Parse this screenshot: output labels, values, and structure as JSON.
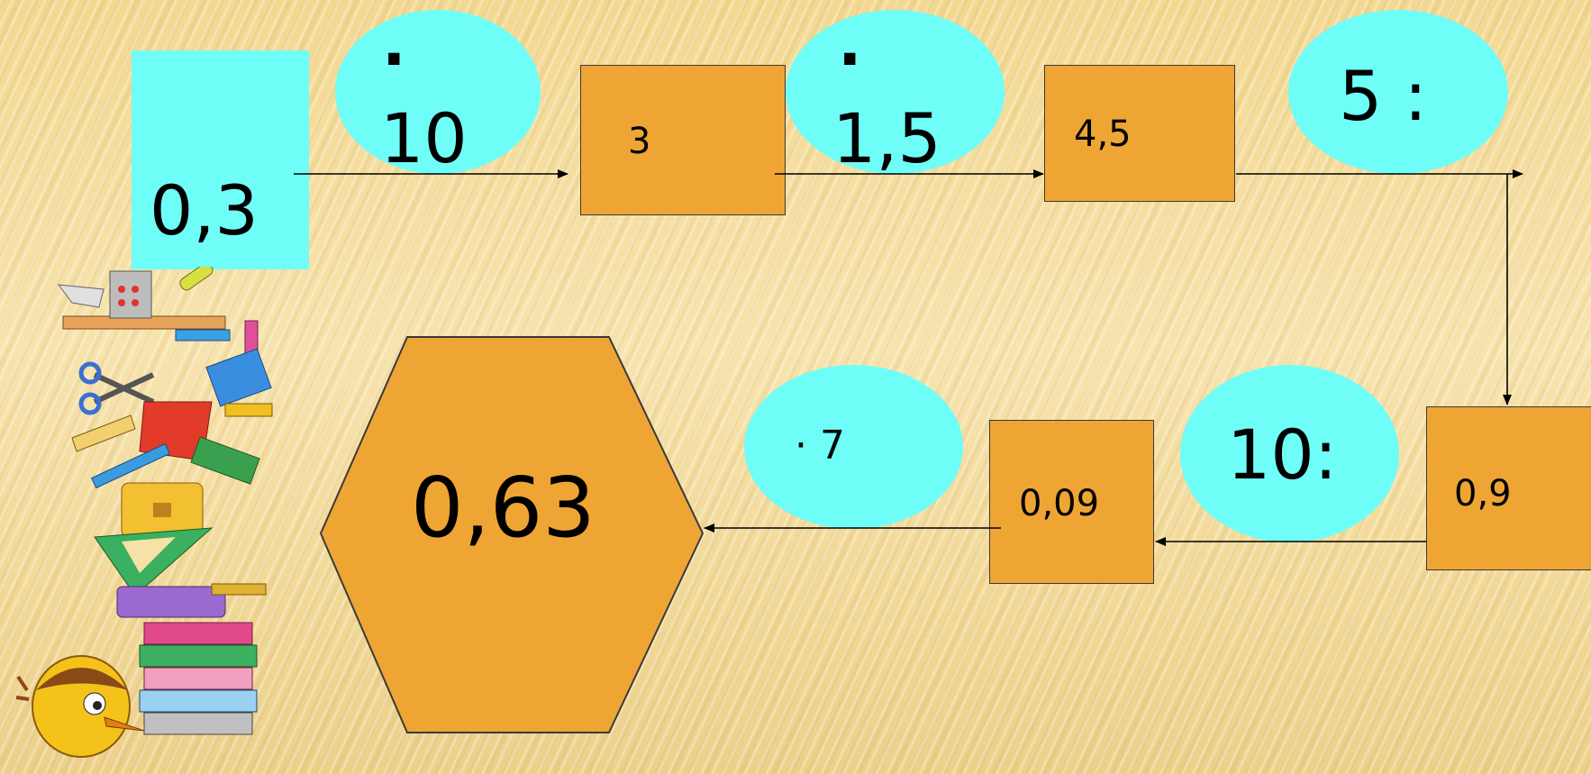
{
  "start": {
    "value": "0,3"
  },
  "operations": [
    {
      "line1": "·",
      "line2": "10"
    },
    {
      "line1": "·",
      "line2": "1,5"
    },
    {
      "text": "5 :"
    },
    {
      "text": "10:"
    },
    {
      "text": "· 7"
    }
  ],
  "boxes": [
    {
      "value": "3"
    },
    {
      "value": "4,5"
    },
    {
      "value": "0,9"
    },
    {
      "value": "0,09"
    }
  ],
  "result": {
    "value": "0,63"
  },
  "colors": {
    "box": "#efa534",
    "oval": "#6ffdf8",
    "start": "#6ffdf8",
    "arrow": "#000000"
  },
  "decoration": {
    "icon": "school-supplies-stack-icon"
  }
}
